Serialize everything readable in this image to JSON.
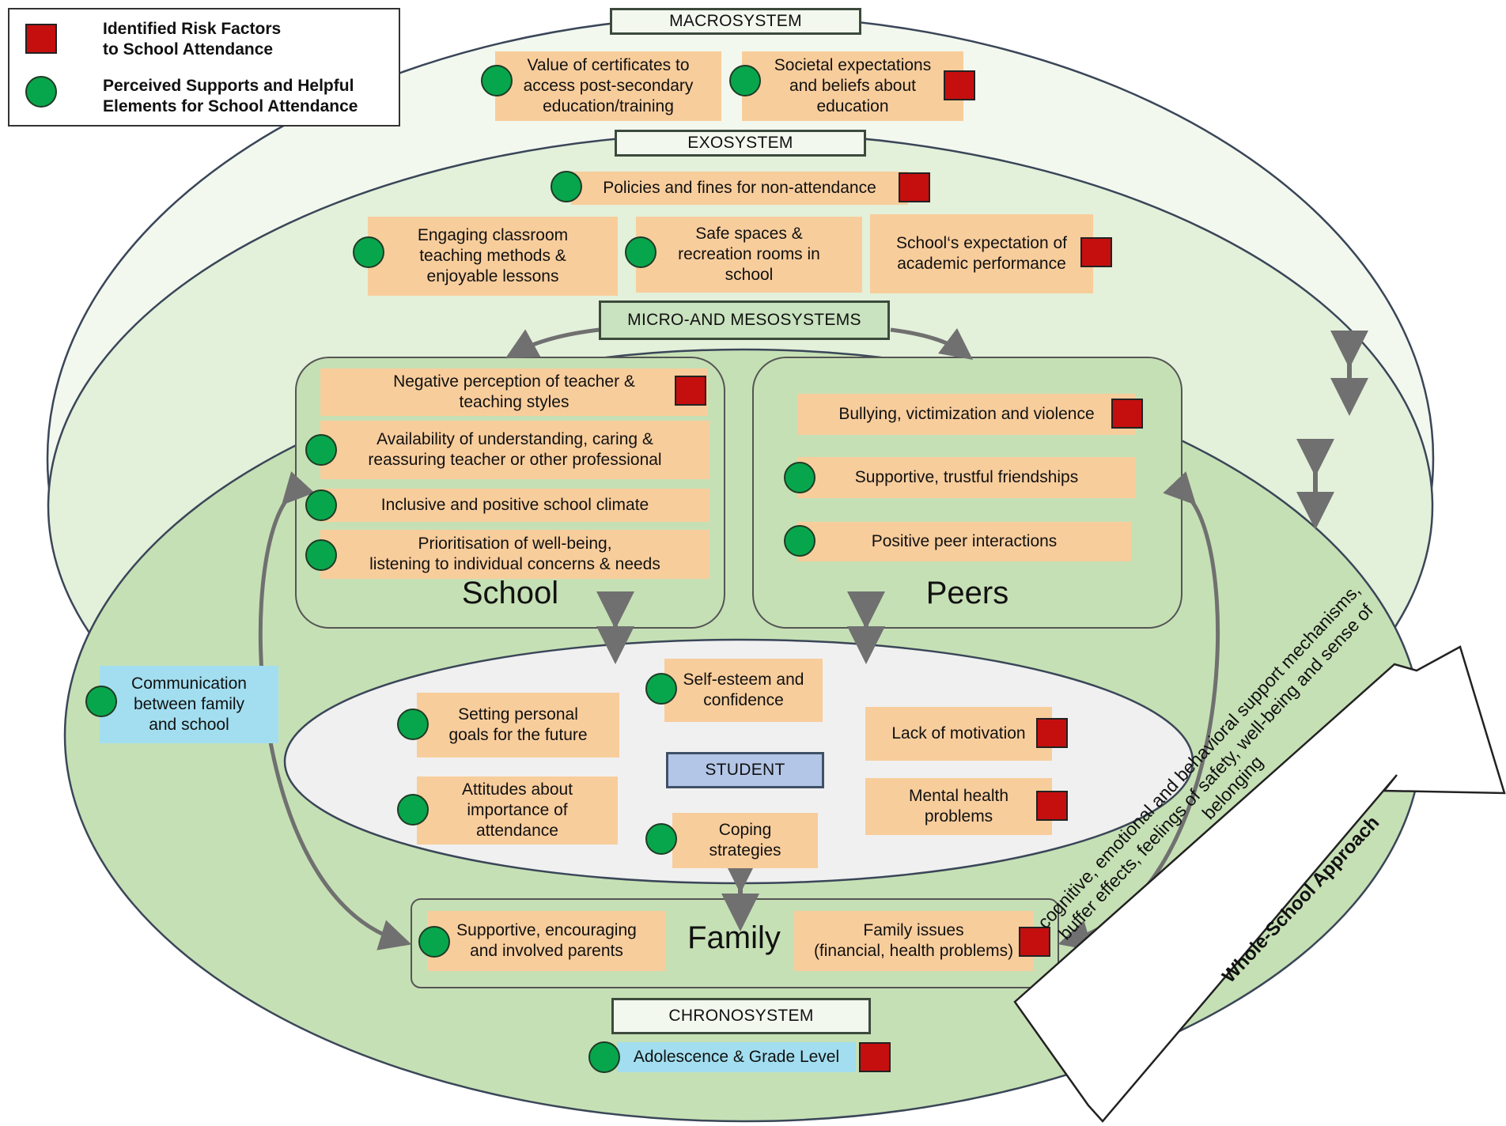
{
  "legend": {
    "risk_label": "Identified Risk Factors\nto School Attendance",
    "support_label": "Perceived Supports and Helpful\nElements for School Attendance"
  },
  "systems": {
    "macro": "MACROSYSTEM",
    "exo": "EXOSYSTEM",
    "micro_meso": "MICRO-AND MESOSYSTEMS",
    "student": "STUDENT",
    "chrono": "CHRONOSYSTEM"
  },
  "macro_items": [
    "Value of certificates to\naccess post-secondary\neducation/training",
    "Societal expectations\nand beliefs about\neducation"
  ],
  "exo_items": [
    "Policies and fines for non-attendance",
    "Engaging classroom\nteaching methods &\nenjoyable lessons",
    "Safe spaces &\nrecreation rooms in\nschool",
    "School‘s expectation of\nacademic performance"
  ],
  "school": {
    "title": "School",
    "items": [
      "Negative perception of teacher &\nteaching styles",
      "Availability of understanding, caring &\nreassuring teacher or other professional",
      "Inclusive and positive school climate",
      "Prioritisation of well-being,\nlistening to individual concerns & needs"
    ]
  },
  "peers": {
    "title": "Peers",
    "items": [
      "Bullying, victimization and violence",
      "Supportive, trustful friendships",
      "Positive peer interactions"
    ]
  },
  "communication": "Communication\nbetween family\nand school",
  "student_items": [
    "Self-esteem and\nconfidence",
    "Setting personal\ngoals for the future",
    "Lack of motivation",
    "Attitudes about\nimportance of\nattendance",
    "Mental health\nproblems",
    "Coping\nstrategies"
  ],
  "family": {
    "title": "Family",
    "items": [
      "Supportive, encouraging\nand involved parents",
      "Family issues\n(financial, health problems)"
    ]
  },
  "chrono_item": "Adolescence & Grade Level",
  "whole_school": {
    "text": "cognitive, emotional and behavioral support mechanisms,\nbuffer effects, feelings of safety, well-being and sense of\nbelonging",
    "title": "Whole-School Approach"
  },
  "colors": {
    "risk": "#c50f0f",
    "support": "#08a64c",
    "item_fill": "#f8cd9c",
    "communication_fill": "#a2def0",
    "macro_fill": "#f3f8ef",
    "exo_fill": "#e3f0da",
    "micro_fill": "#c6e0b5",
    "student_fill": "#f0f0f0"
  }
}
